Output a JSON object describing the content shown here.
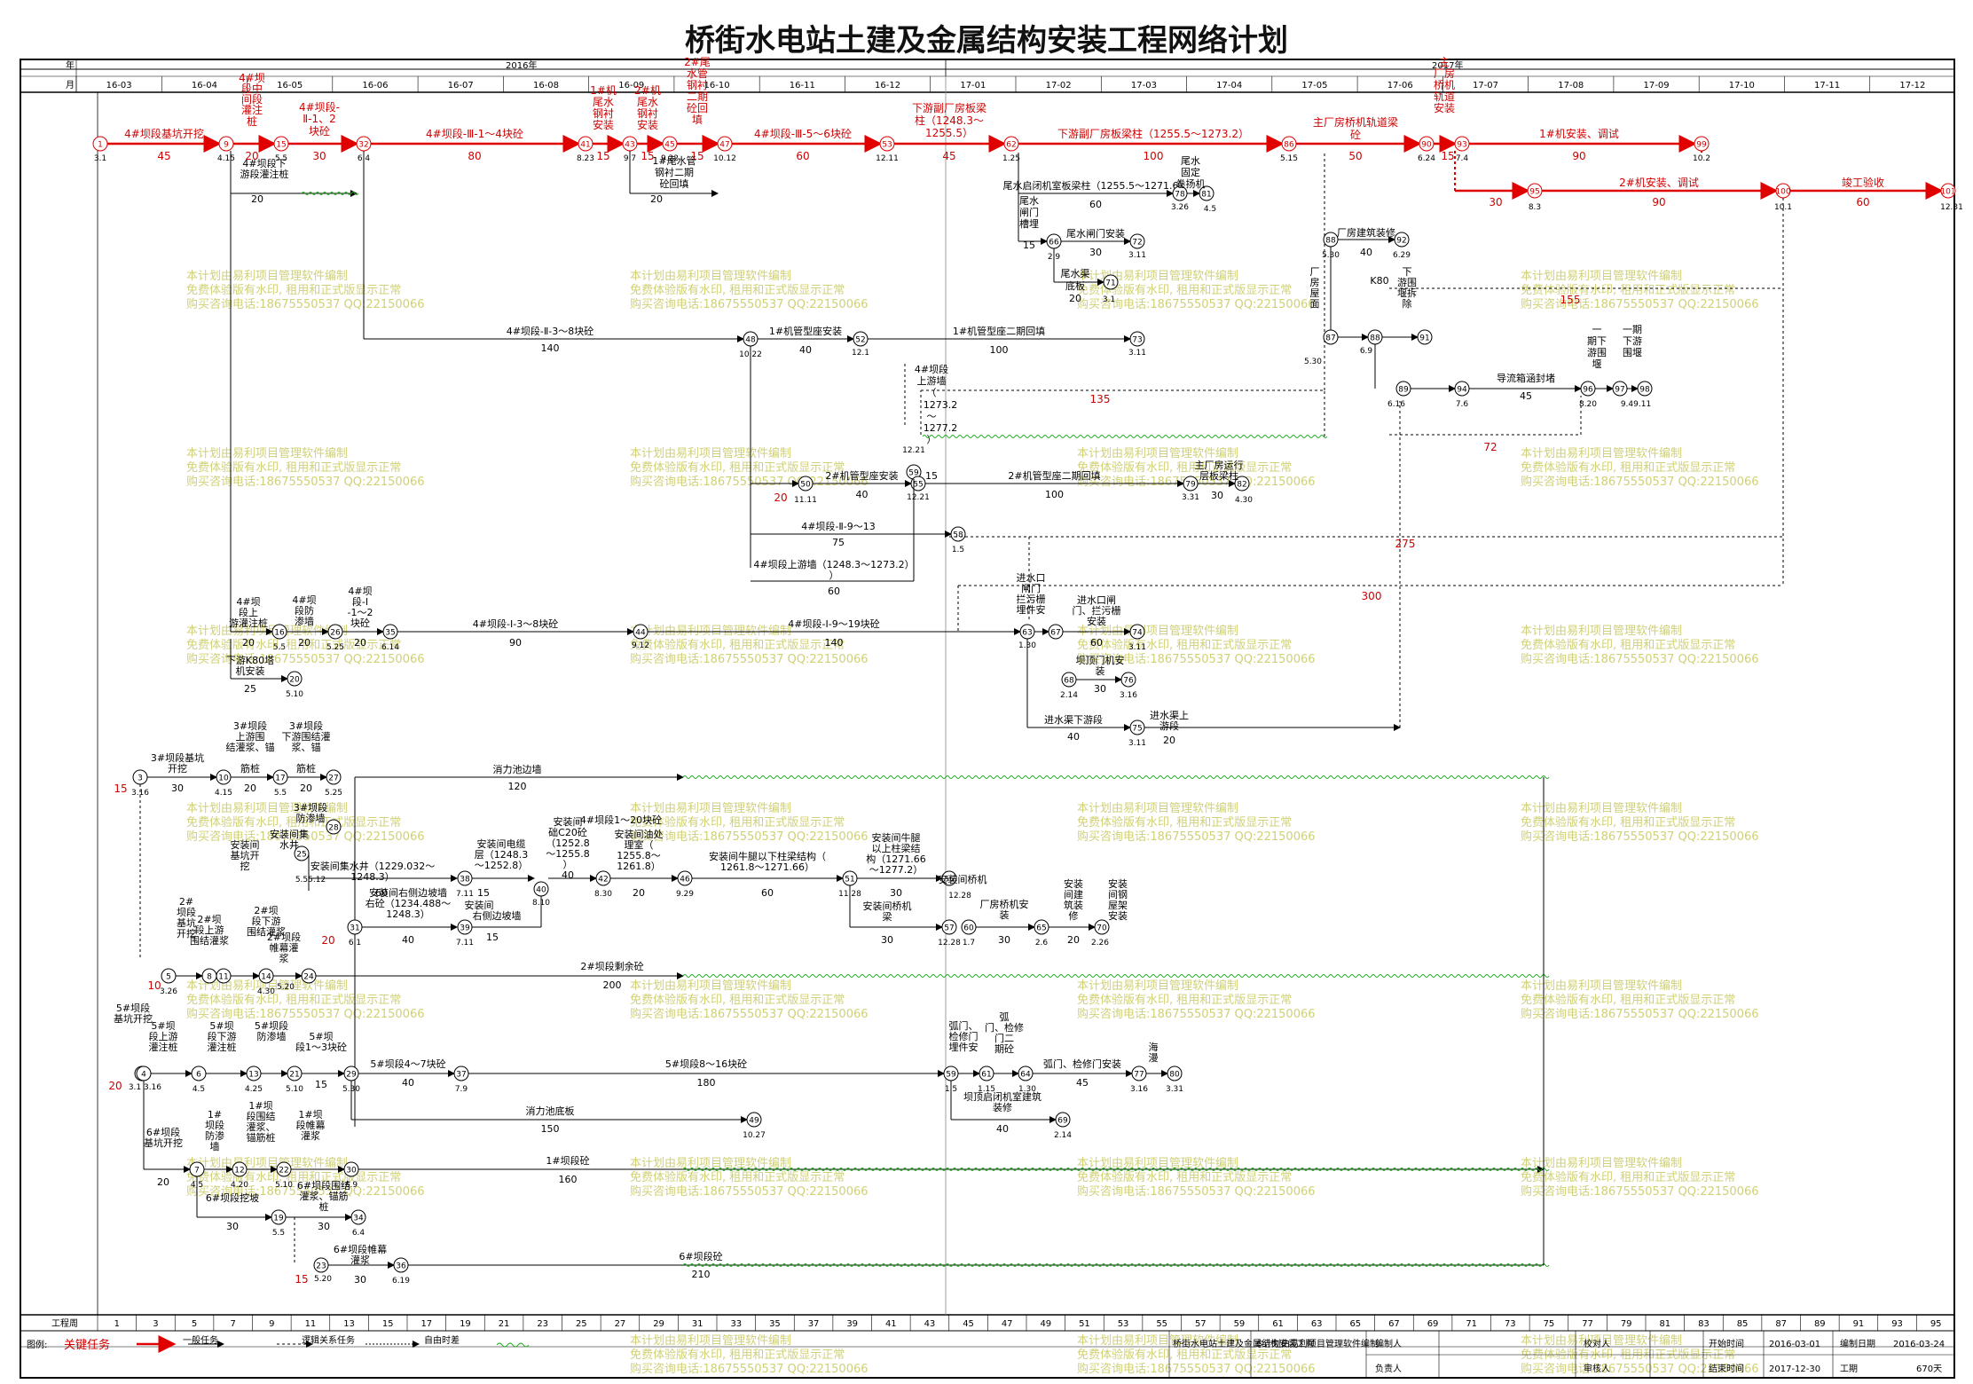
{
  "title": "桥街水电站土建及金属结构安装工程网络计划",
  "header": {
    "year_label": "年",
    "month_label": "月",
    "years": [
      "2016年",
      "2017年"
    ],
    "months": [
      "16-03",
      "16-04",
      "16-05",
      "16-06",
      "16-07",
      "16-08",
      "16-09",
      "16-10",
      "16-11",
      "16-12",
      "17-01",
      "17-02",
      "17-03",
      "17-04",
      "17-05",
      "17-06",
      "17-07",
      "17-08",
      "17-09",
      "17-10",
      "17-11",
      "17-12"
    ]
  },
  "footer": {
    "week_label": "工程周",
    "weeks": [
      "1",
      "3",
      "5",
      "7",
      "9",
      "11",
      "13",
      "15",
      "17",
      "19",
      "21",
      "23",
      "25",
      "27",
      "29",
      "31",
      "33",
      "35",
      "37",
      "39",
      "41",
      "43",
      "45",
      "47",
      "49",
      "51",
      "53",
      "55",
      "57",
      "59",
      "61",
      "63",
      "65",
      "67",
      "69",
      "71",
      "73",
      "75",
      "77",
      "79",
      "81",
      "83",
      "85",
      "87",
      "89",
      "91",
      "93",
      "95"
    ],
    "legend_label": "图例:",
    "legend_critical": "关键任务",
    "legend_normal": "一般任务",
    "legend_logic": "逻辑关系任务",
    "legend_float": "自由时差",
    "project_name": "桥街水电站土建及金属结构安装工程",
    "note": "本计划由易利项目管理软件编制",
    "compiler_label": "编制人",
    "checker_label": "校对人",
    "start_label": "开始时间",
    "start_value": "2016-03-01",
    "date_label": "编制日期",
    "date_value": "2016-03-24",
    "leader_label": "负责人",
    "auditor_label": "审核人",
    "end_label": "结束时间",
    "end_value": "2017-12-30",
    "duration_label": "工期",
    "duration_value": "670天"
  },
  "watermark": {
    "line1": "本计划由易利项目管理软件编制",
    "line2": "免费体验版有水印, 租用和正式版显示正常",
    "line3": "购买咨询电话:18675550537 QQ:22150066"
  },
  "critical": {
    "tasks": [
      {
        "name": "4#坝段基坑开挖",
        "days": "45"
      },
      {
        "name": "4#坝段中间段灌注桩",
        "days": "20"
      },
      {
        "name": "4#坝段-Ⅱ-1、2块砼",
        "days": "30"
      },
      {
        "name": "4#坝段-Ⅲ-1～4块砼",
        "days": "80"
      },
      {
        "name": "1#机尾水钢衬安装",
        "days": "15"
      },
      {
        "name": "2#机尾水钢衬安装",
        "days": "15"
      },
      {
        "name": "2#尾水管钢衬二期砼回填",
        "days": "15"
      },
      {
        "name": "4#坝段-Ⅲ-5～6块砼",
        "days": "60"
      },
      {
        "name": "下游副厂房板梁柱（1248.3～1255.5）",
        "days": "45"
      },
      {
        "name": "下游副厂房板梁柱（1255.5～1273.2）",
        "days": "100"
      },
      {
        "name": "主厂房桥机轨道梁砼",
        "days": "50"
      },
      {
        "name": "主厂房桥机安装",
        "days": "15"
      },
      {
        "name": "1#机安装、调试",
        "days": "90"
      },
      {
        "name": "2#机安装、调试",
        "days": "90"
      },
      {
        "name": "竣工验收",
        "days": "60"
      }
    ],
    "lag1": "30",
    "node_dates": [
      "3.1",
      "4.15",
      "5.5",
      "6.4",
      "8.23",
      "9.7",
      "9.22",
      "10.12",
      "12.11",
      "1.25",
      "5.15",
      "6.24",
      "7.4",
      "10.2",
      "8.3",
      "10.1",
      "12.31"
    ]
  },
  "tasks": [
    {
      "name": "4#坝段下游段灌注桩",
      "days": "20"
    },
    {
      "name": "1#尾水管钢衬二期砼回填",
      "days": "20"
    },
    {
      "name": "尾水启闭机室板梁柱（1255.5～1271.6）",
      "days": "60"
    },
    {
      "name": "尾水闸门槽埋件安装",
      "days": "15"
    },
    {
      "name": "尾水闸门安装",
      "days": "30"
    },
    {
      "name": "尾水渠底板",
      "days": "20"
    },
    {
      "name": "4#坝段-Ⅱ-3～8块砼",
      "days": "140"
    },
    {
      "name": "1#机管型座安装",
      "days": "40"
    },
    {
      "name": "1#机管型座二期回填",
      "days": "100"
    },
    {
      "name": "4#坝段上游墙（1273.2～1277.2）",
      "days": "15"
    },
    {
      "name": "2#机管型座安装",
      "days": "40"
    },
    {
      "name": "2#机管型座二期回填",
      "days": "100"
    },
    {
      "name": "主厂房运行层板梁柱",
      "days": "30"
    },
    {
      "name": "4#坝段-Ⅱ-9～13",
      "days": "75"
    },
    {
      "name": "4#坝段上游墙（1248.3～1273.2）",
      "days": "60"
    },
    {
      "name": "厂房建筑装修",
      "days": "40"
    },
    {
      "name": "导流箱涵封堵",
      "days": "45"
    },
    {
      "name": "4#坝段上游灌注桩",
      "days": "20"
    },
    {
      "name": "4#坝段防渗墙",
      "days": "20"
    },
    {
      "name": "4#坝段-Ⅰ-1～2块砼",
      "days": "20"
    },
    {
      "name": "4#坝段-Ⅰ-3～8块砼",
      "days": "90"
    },
    {
      "name": "4#坝段-Ⅰ-9～19块砼",
      "days": "140"
    },
    {
      "name": "下游K80塔机安装",
      "days": "25"
    },
    {
      "name": "进水口闸门、拦污栅安装",
      "days": "60"
    },
    {
      "name": "坝顶门机安装",
      "days": "30"
    },
    {
      "name": "进水渠下游段",
      "days": "40"
    },
    {
      "name": "进水渠上游段",
      "days": "20"
    },
    {
      "name": "3#坝段基坑开挖",
      "days": "30"
    },
    {
      "name": "3#坝段上游围结灌浆",
      "days": "20"
    },
    {
      "name": "3#坝段下游围结灌浆",
      "days": "20"
    },
    {
      "name": "消力池边墙",
      "days": "120"
    },
    {
      "name": "安装间集水井（1229.032～1248.3）",
      "days": "60"
    },
    {
      "name": "安装间右侧边坡墙右砼（1234.488～1248.3）",
      "days": "40"
    },
    {
      "name": "安装间电缆层",
      "days": "15"
    },
    {
      "name": "4#坝段1～20块砼",
      "days": "20"
    },
    {
      "name": "安装间牛腿以下柱梁结构（1261.8～1271.66）",
      "days": "60"
    },
    {
      "name": "安装间牛腿以上柱梁结构（1271.66～1277.2）",
      "days": "30"
    },
    {
      "name": "安装间桥机梁",
      "days": "30"
    },
    {
      "name": "厂房桥机安装",
      "days": "30"
    },
    {
      "name": "安装间建筑装修",
      "days": "20"
    },
    {
      "name": "2#坝段剩余砼",
      "days": "200"
    },
    {
      "name": "5#坝段1～3块砼",
      "days": "15"
    },
    {
      "name": "5#坝段4～7块砼",
      "days": "40"
    },
    {
      "name": "5#坝段8～16块砼",
      "days": "180"
    },
    {
      "name": "弧门、检修门安装",
      "days": "45"
    },
    {
      "name": "消力池底板",
      "days": "150"
    },
    {
      "name": "坝顶启闭机室建筑装修",
      "days": "40"
    },
    {
      "name": "6#坝段基坑开挖",
      "days": "20"
    },
    {
      "name": "1#坝段砼",
      "days": "160"
    },
    {
      "name": "6#坝段砼",
      "days": "210"
    },
    {
      "name": "6#坝段帷幕灌浆",
      "days": "30"
    }
  ],
  "floats": [
    "155",
    "135",
    "72",
    "275",
    "300",
    "15",
    "10",
    "20",
    "10",
    "10",
    "15"
  ]
}
